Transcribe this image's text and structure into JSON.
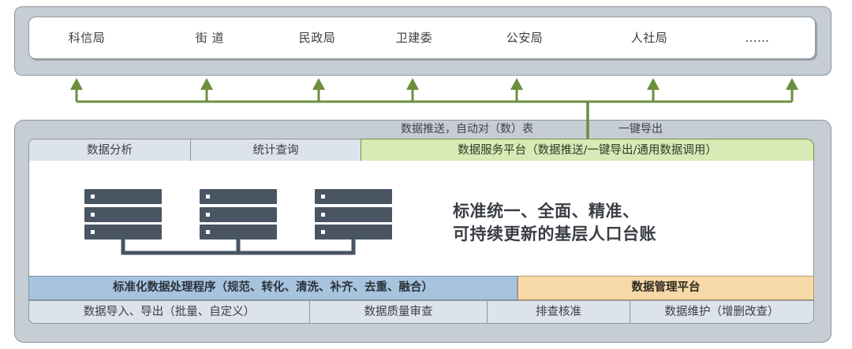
{
  "departments": {
    "items": [
      "科信局",
      "街  道",
      "民政局",
      "卫建委",
      "公安局",
      "人社局",
      "……"
    ]
  },
  "flow": {
    "push_label": "数据推送，自动对（数）表",
    "export_label": "一键导出"
  },
  "tabs": {
    "analysis": "数据分析",
    "query": "统计查询",
    "service_platform": "数据服务平台（数据推送/一键导出/通用数据调用）"
  },
  "headline": {
    "line1": "标准统一、全面、精准、",
    "line2": "可持续更新的基层人口台账"
  },
  "process_bar": {
    "standard_process": "标准化数据处理程序（规范、转化、清洗、补齐、去重、融合）",
    "management_platform": "数据管理平台"
  },
  "bottom_bar": {
    "import_export": "数据导入、导出（批量、自定义）",
    "quality_review": "数据质量审查",
    "check": "排查核准",
    "maintenance": "数据维护（增删改查）"
  },
  "colors": {
    "arrow_green": "#6b8f3e",
    "server_dark": "#4a5563",
    "panel_gray": "#c7cdd4",
    "service_green": "#d6ebb6",
    "process_blue": "#a7c3de",
    "management_orange": "#f6d9a6"
  }
}
